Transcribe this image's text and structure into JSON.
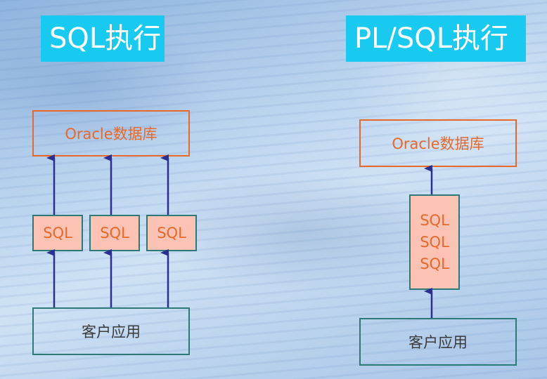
{
  "left": {
    "title": "SQL执行",
    "database": "Oracle数据库",
    "sql_boxes": [
      "SQL",
      "SQL",
      "SQL"
    ],
    "client": "客户应用"
  },
  "right": {
    "title": "PL/SQL执行",
    "database": "Oracle数据库",
    "sql_block": [
      "SQL",
      "SQL",
      "SQL"
    ],
    "client": "客户应用"
  },
  "colors": {
    "title_bg": "#18c9f0",
    "accent_orange": "#e8682a",
    "box_border_teal": "#2c7a78",
    "sql_fill": "#fcc3b4",
    "arrow": "#2b2f8f"
  }
}
